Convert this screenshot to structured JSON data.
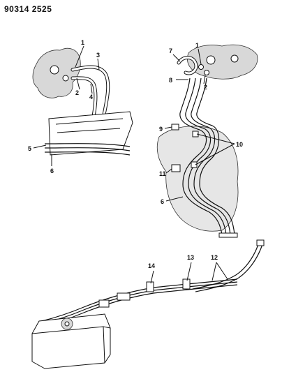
{
  "diagram_code": "90314 2525",
  "callouts": {
    "upper_left": [
      "1",
      "2",
      "3",
      "4",
      "5",
      "6"
    ],
    "upper_right": [
      "7",
      "1",
      "8",
      "2",
      "9",
      "10",
      "11",
      "6"
    ],
    "lower": [
      "14",
      "13",
      "12"
    ]
  }
}
